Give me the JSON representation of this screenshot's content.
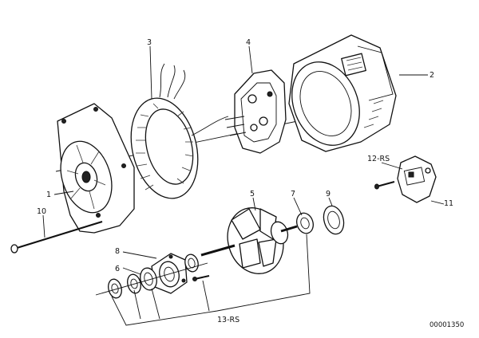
{
  "diagram": {
    "reference_number": "00001350",
    "callouts": {
      "c1": "1",
      "c2": "2",
      "c3": "3",
      "c4": "4",
      "c5": "5",
      "c6": "6",
      "c7": "7",
      "c8": "8",
      "c9": "9",
      "c10": "10",
      "c11": "11",
      "c12": "12-RS",
      "c13": "13-RS"
    }
  }
}
